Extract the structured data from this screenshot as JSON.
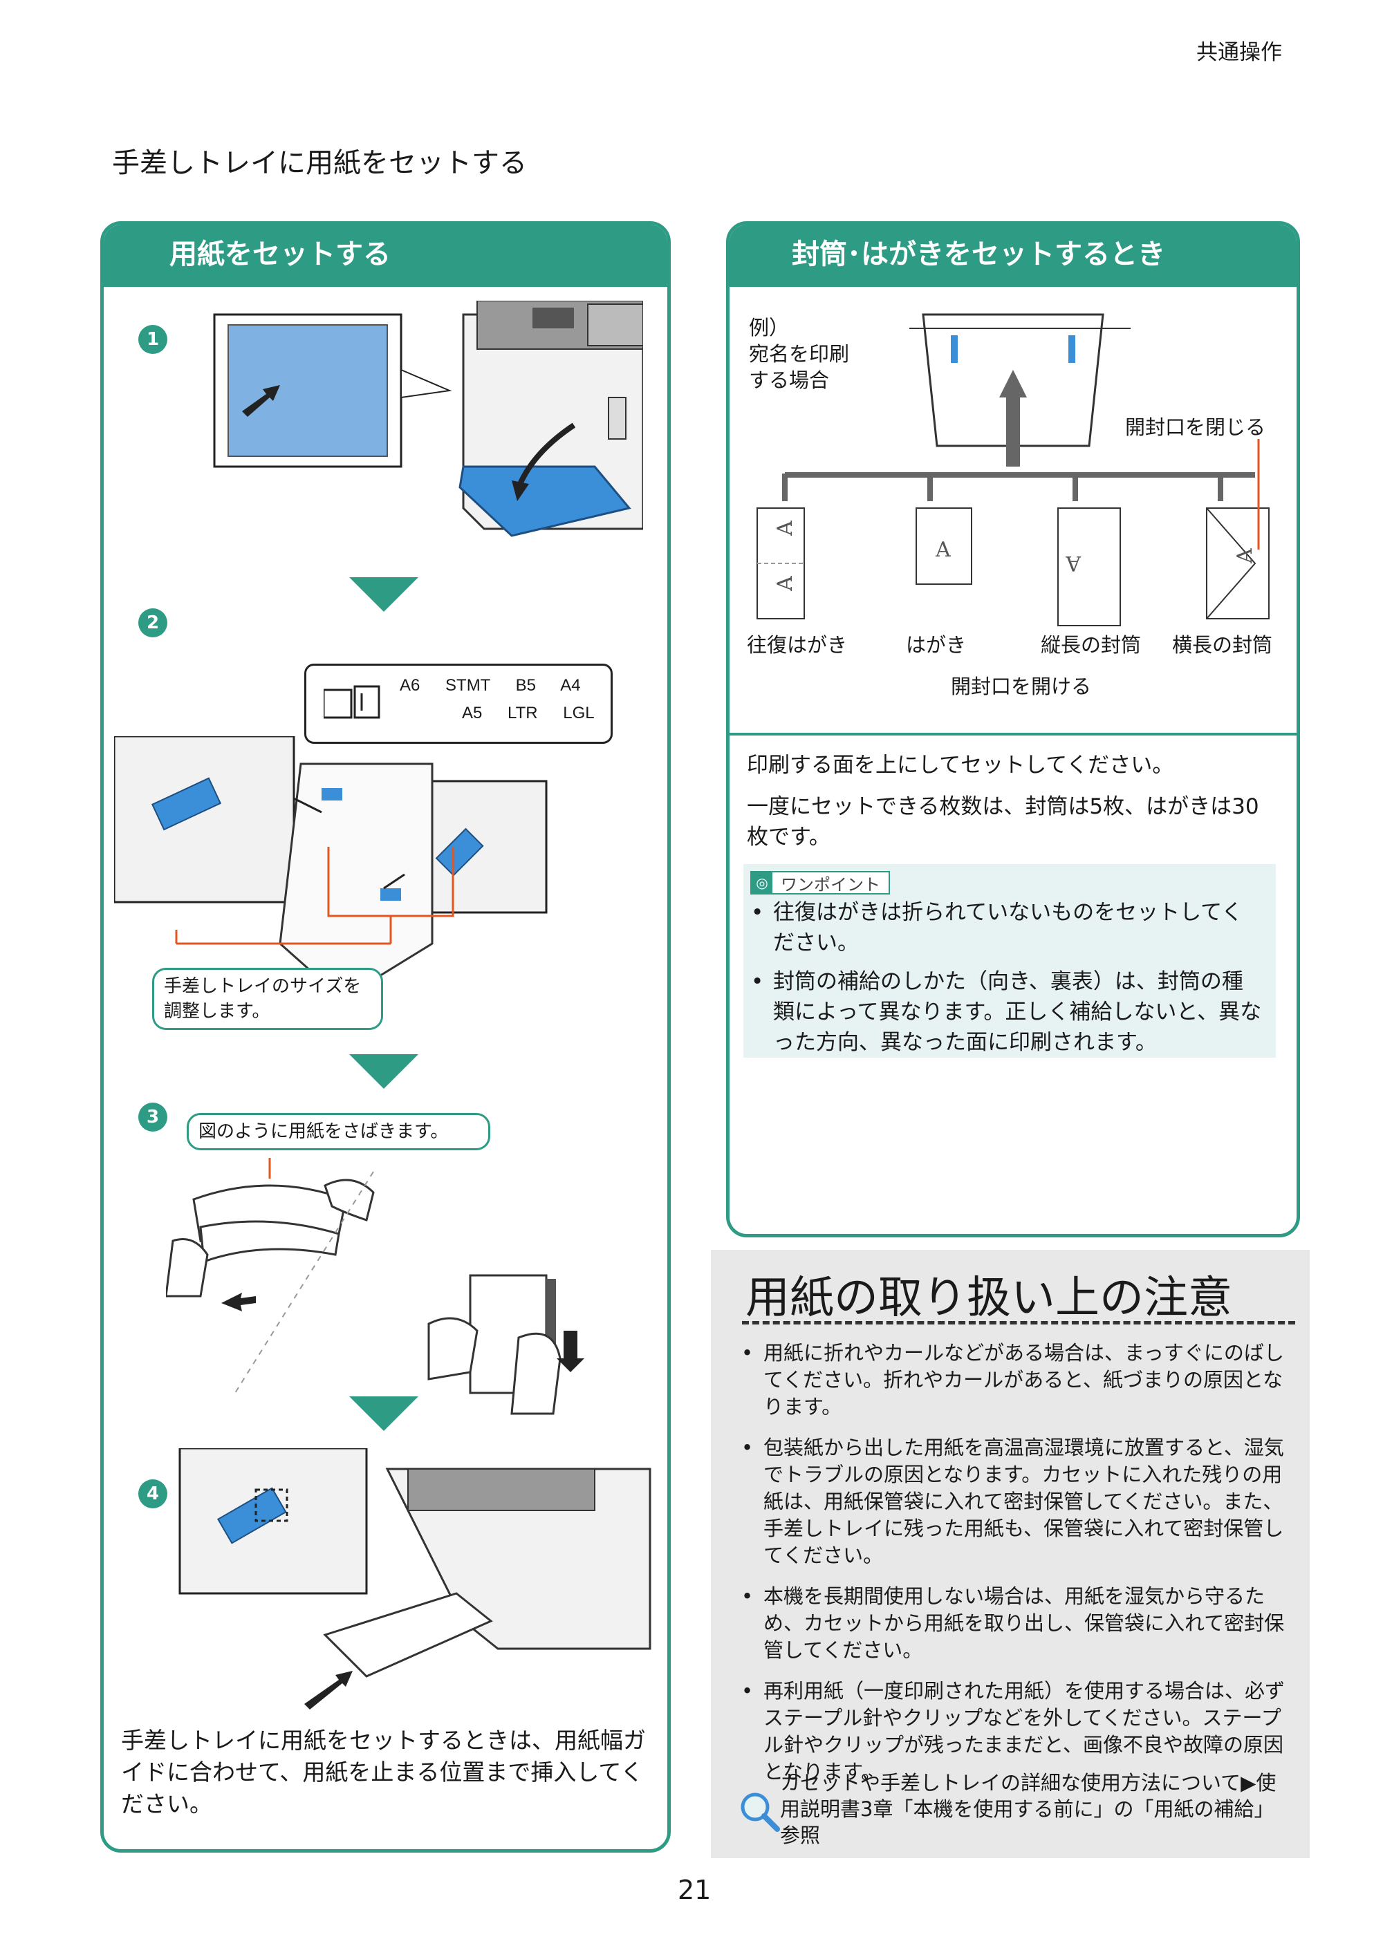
{
  "header": {
    "section_label": "共通操作"
  },
  "page_title": "手差しトレイに用紙をセットする",
  "left_panel": {
    "title": "用紙をセットする",
    "steps": [
      "1",
      "2",
      "3",
      "4"
    ],
    "panel_labels": {
      "sizes_top": "A6 STMT B5 A4",
      "sizes_bottom": "A5 LTR LGL"
    },
    "callout_size": "手差しトレイのサイズを\n調整します。",
    "callout_fan": "図のように用紙をさばきます。",
    "footer": "手差しトレイに用紙をセットするときは、用紙幅ガイドに合わせて、用紙を止まる位置まで挿入してください。"
  },
  "right_panel": {
    "title": "封筒･はがきをセットするとき",
    "example_lines": [
      "例）",
      "宛名を印刷",
      "する場合"
    ],
    "close_flap": "開封口を閉じる",
    "labels": [
      "往復はがき",
      "はがき",
      "縦長の封筒",
      "横長の封筒"
    ],
    "open_flap": "開封口を開ける",
    "text1": "印刷する面を上にしてセットしてください。",
    "text2": "一度にセットできる枚数は、封筒は5枚、はがきは30枚です。",
    "onepoint_label": "ワンポイント",
    "onepoint_items": [
      "往復はがきは折られていないものをセットしてください。",
      "封筒の補給のしかた（向き、裏表）は、封筒の種類によって異なります。正しく補給しないと、異なった方向、異なった面に印刷されます。"
    ]
  },
  "notice": {
    "title": "用紙の取り扱い上の注意",
    "items": [
      "用紙に折れやカールなどがある場合は、まっすぐにのばしてください。折れやカールがあると、紙づまりの原因となります。",
      "包装紙から出した用紙を高温高湿環境に放置すると、湿気でトラブルの原因となります。カセットに入れた残りの用紙は、用紙保管袋に入れて密封保管してください。また、手差しトレイに残った用紙も、保管袋に入れて密封保管してください。",
      "本機を長期間使用しない場合は、用紙を湿気から守るため、カセットから用紙を取り出し、保管袋に入れて密封保管してください。",
      "再利用紙（一度印刷された用紙）を使用する場合は、必ずステープル針やクリップなどを外してください。ステープル針やクリップが残ったままだと、画像不良や故障の原因となります。"
    ],
    "ref": "カセットや手差しトレイの詳細な使用方法について▶使用説明書3章「本機を使用する前に」の「用紙の補給」参照"
  },
  "page_number": "21",
  "colors": {
    "accent": "#2e9b85",
    "orange": "#e2561f",
    "light_teal": "#e6f3f2",
    "notice_gray": "#e8e8e8",
    "blue": "#3b8ed8"
  }
}
